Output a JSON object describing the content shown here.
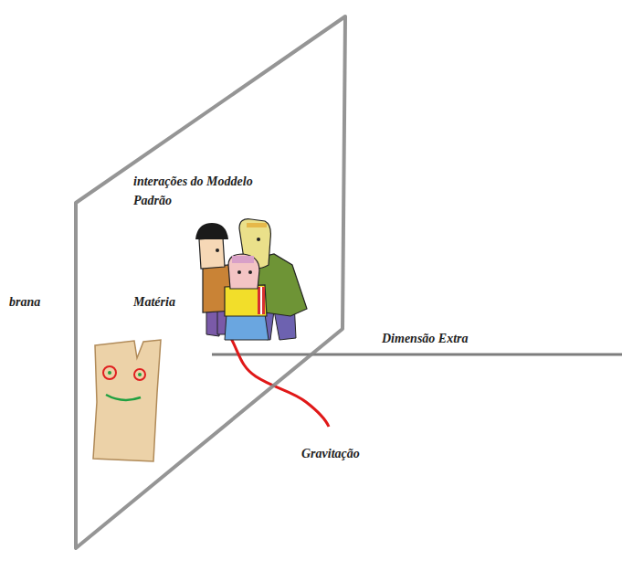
{
  "diagram": {
    "nodes": [
      {
        "text": [
          "brana",
          "interações do Moddelo Padrão",
          "Matéria"
        ]
      }
    ],
    "labels": [
      "Dimensão Extra",
      "Gravitação"
    ]
  }
}
